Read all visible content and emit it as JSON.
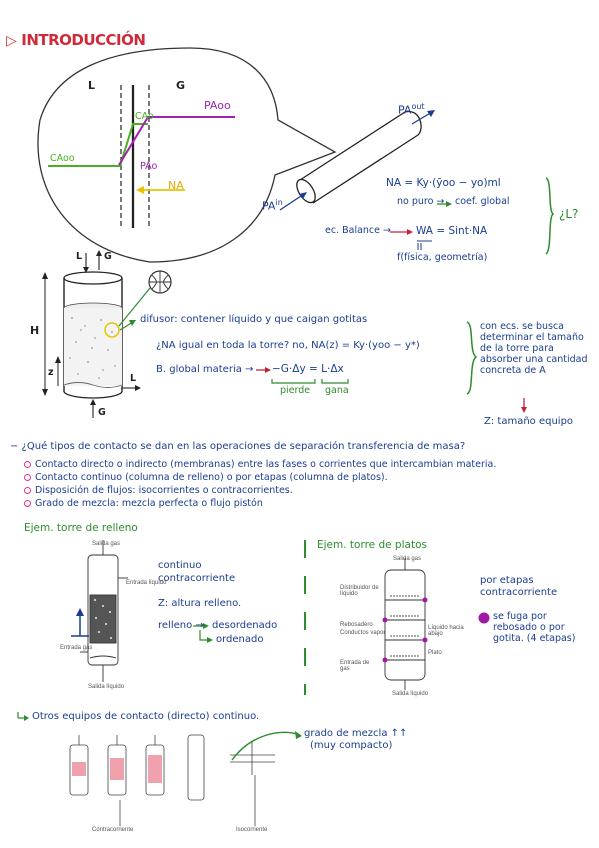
{
  "header": {
    "title": "INTRODUCCIÓN"
  },
  "bubble": {
    "phase_l": "L",
    "phase_g": "G",
    "cao_left": "CAoo",
    "cao_int": "CAo",
    "pa_int": "PAo",
    "pa_right": "PAoo",
    "na": "NA"
  },
  "pipe": {
    "pa_out": "PA",
    "pa_out_sup": "out",
    "pa_in": "PA",
    "pa_in_sup": "in"
  },
  "equations": {
    "na_eq": "NA = Ky·(ȳoo − yo)ml",
    "no_puro": "no puro →",
    "coef": "coef. global",
    "balance_lbl": "ec. Balance →",
    "balance_eq": "WA = Sint·NA",
    "f_line": "f(física, geometría)",
    "question": "¿L?"
  },
  "tower": {
    "l_top": "L",
    "g_top": "G",
    "h": "H",
    "z": "z",
    "l_bottom": "L",
    "g_bottom": "G"
  },
  "difusor": "difusor: contener líquido y que caigan gotitas",
  "na_question": "¿NA igual en toda la torre? no, NA(z) = Ky·(yoo − y*)",
  "balance_global": {
    "label": "B. global materia →",
    "eq": "−G·Δy = L·Δx",
    "pierde": "pierde",
    "gana": "gana"
  },
  "note": {
    "text": "con ecs. se busca determinar el tamaño de la torre para absorber una cantidad concreta de A",
    "z": "Z: tamaño equipo"
  },
  "contact": {
    "question": "− ¿Qué tipos de contacto se dan en las operaciones de separación transferencia de masa?",
    "bullets": [
      "Contacto directo o indirecto (membranas) entre las fases o corrientes que intercambian materia.",
      "Contacto continuo (columna de relleno) o por etapas (columna de platos).",
      "Disposición de flujos: isocorrientes o contracorrientes.",
      "Grado de mezcla: mezcla perfecta o flujo pistón"
    ]
  },
  "relleno": {
    "title": "Ejem. torre de relleno",
    "lines": [
      "continuo",
      "contracorriente",
      "Z: altura relleno.",
      "relleno →",
      "desordenado",
      "ordenado"
    ],
    "fig_labels": [
      "Salida gas",
      "Entrada líquido",
      "Entrada gas",
      "Salida líquido"
    ]
  },
  "platos": {
    "title": "Ejem. torre de platos",
    "lines": [
      "por etapas",
      "contracorriente"
    ],
    "note": "se fuga por rebosado o por gotita. (4 etapas)",
    "fig_labels": [
      "Salida gas",
      "Distribuidor de líquido",
      "Rebosadero",
      "Conductos vapor",
      "Líquido hacia abajo",
      "Plato",
      "Entrada de gas",
      "Salida líquido"
    ]
  },
  "otros": {
    "title": "Otros equipos de contacto (directo) continuo.",
    "grado": "grado de mezcla ↑↑",
    "compacto": "(muy compacto)",
    "fig_labels": [
      "Contracorriente",
      "Isocorriente"
    ]
  }
}
